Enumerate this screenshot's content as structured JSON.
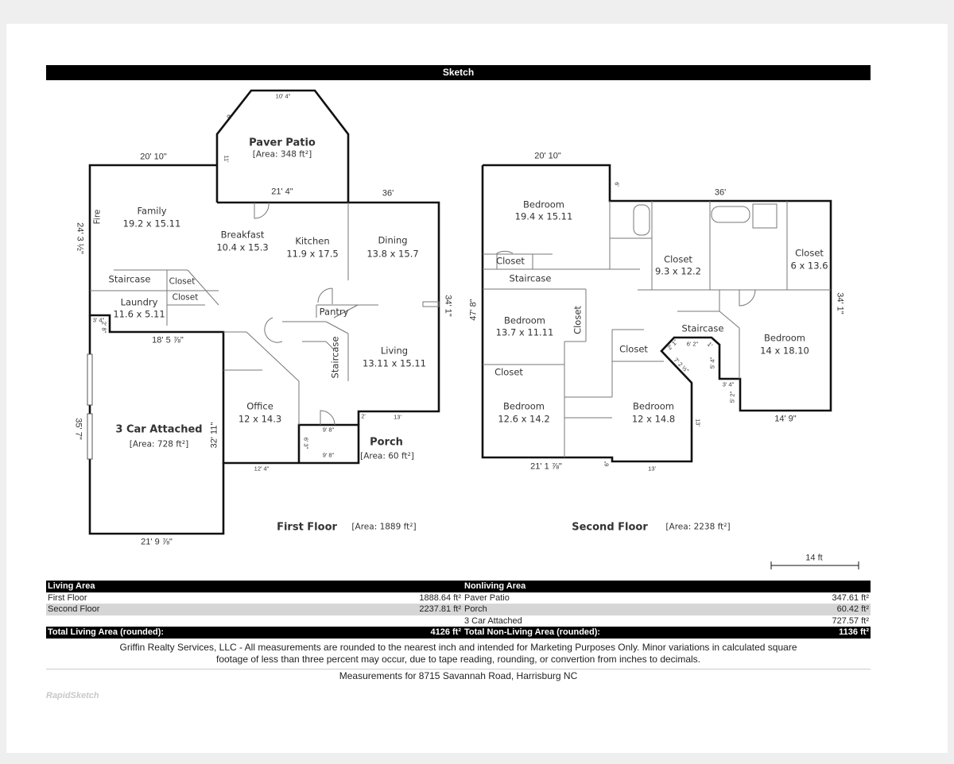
{
  "header": {
    "title": "Sketch"
  },
  "first_floor": {
    "title": "First Floor",
    "area": "[Area: 1889 ft²]",
    "rooms": [
      {
        "name": "Paver Patio",
        "size": "[Area: 348 ft²]"
      },
      {
        "name": "Family",
        "size": "19.2 x 15.11"
      },
      {
        "name": "Breakfast",
        "size": "10.4 x 15.3"
      },
      {
        "name": "Kitchen",
        "size": "11.9 x 17.5"
      },
      {
        "name": "Dining",
        "size": "13.8 x 15.7"
      },
      {
        "name": "Laundry",
        "size": "11.6 x 5.11"
      },
      {
        "name": "Living",
        "size": "13.11 x 15.11"
      },
      {
        "name": "Office",
        "size": "12 x 14.3"
      },
      {
        "name": "3 Car Attached",
        "size": "[Area: 728 ft²]"
      },
      {
        "name": "Porch",
        "size": "[Area: 60 ft²]"
      }
    ],
    "labels": {
      "staircase": "Staircase",
      "closet1": "Closet",
      "closet2": "Closet",
      "pantry": "Pantry",
      "staircase2": "Staircase",
      "fire": "Fire"
    },
    "dims": {
      "patio_top": "10' 4\"",
      "family_top": "20' 10\"",
      "patio_bottom": "21' 4\"",
      "dining_top": "36'",
      "left": "24' 3 ½\"",
      "right": "34' 1\"",
      "garage_top": "18' 5 ⅞\"",
      "garage_left": "35' 7\"",
      "garage_right": "32' 11\"",
      "garage_bottom": "21' 9 ⅞\"",
      "office_bottom": "12' 4\"",
      "living_bottom": "13'",
      "porch_top": "9' 8\"",
      "porch_bottom": "9' 8\"",
      "porch_side": "6' 3\"",
      "patio_side": "11'",
      "patio_diag": "6'",
      "garage_notch": "3' 4\"",
      "garage_notch_h": "2' 8\"",
      "porch_step": "2'"
    }
  },
  "second_floor": {
    "title": "Second Floor",
    "area": "[Area: 2238 ft²]",
    "rooms": [
      {
        "name": "Bedroom",
        "size": "19.4 x 15.11"
      },
      {
        "name": "Closet",
        "size": "9.3 x 12.2"
      },
      {
        "name": "Closet",
        "size": "6 x 13.6"
      },
      {
        "name": "Bedroom",
        "size": "13.7 x 11.11"
      },
      {
        "name": "Bedroom",
        "size": "14 x 18.10"
      },
      {
        "name": "Bedroom",
        "size": "12.6 x 14.2"
      },
      {
        "name": "Bedroom",
        "size": "12 x 14.8"
      }
    ],
    "labels": {
      "closet_a": "Closet",
      "staircase_a": "Staircase",
      "closet_b": "Closet",
      "staircase_b": "Staircase",
      "closet_c": "Closet",
      "closet_d": "Closet"
    },
    "dims": {
      "top_left": "20' 10\"",
      "top_right": "36'",
      "left": "47' 8\"",
      "right": "34' 1\"",
      "bedroom_bottom": "14' 9\"",
      "bottom_left": "21' 1 ⅞\"",
      "bottom_right": "13'",
      "side": "13'",
      "notch": "6' 2\"",
      "diag": "7' 2 ½\"",
      "short": "6'",
      "step1": "3' 4\"",
      "step2": "5' 2\"",
      "step3": "5' 4\"",
      "small1": "2' 1\"",
      "small2": "1'",
      "small3": "6\""
    }
  },
  "scale": {
    "label": "14 ft"
  },
  "table": {
    "living_header": "Living Area",
    "nonliving_header": "Nonliving Area",
    "rows": [
      {
        "l_name": "First Floor",
        "l_val": "1888.64 ft²",
        "r_name": "Paver Patio",
        "r_val": "347.61 ft²"
      },
      {
        "l_name": "Second Floor",
        "l_val": "2237.81 ft²",
        "r_name": "Porch",
        "r_val": "60.42 ft²"
      },
      {
        "l_name": "",
        "l_val": "",
        "r_name": "3 Car Attached",
        "r_val": "727.57 ft²"
      }
    ],
    "total_living_label": "Total Living Area (rounded):",
    "total_living": "4126 ft²",
    "total_nonliving_label": "Total Non-Living Area (rounded):",
    "total_nonliving": "1136 ft²"
  },
  "footer": {
    "disclaimer_1": "Griffin Realty Services, LLC - All measurements are rounded to the nearest inch and intended for Marketing Purposes Only.  Minor variations in calculated square",
    "disclaimer_2": "footage of less than three percent may occur, due to tape reading, rounding, or convertion from inches to decimals.",
    "address": "Measurements for 8715 Savannah Road, Harrisburg NC",
    "logo": "RapidSketch"
  }
}
